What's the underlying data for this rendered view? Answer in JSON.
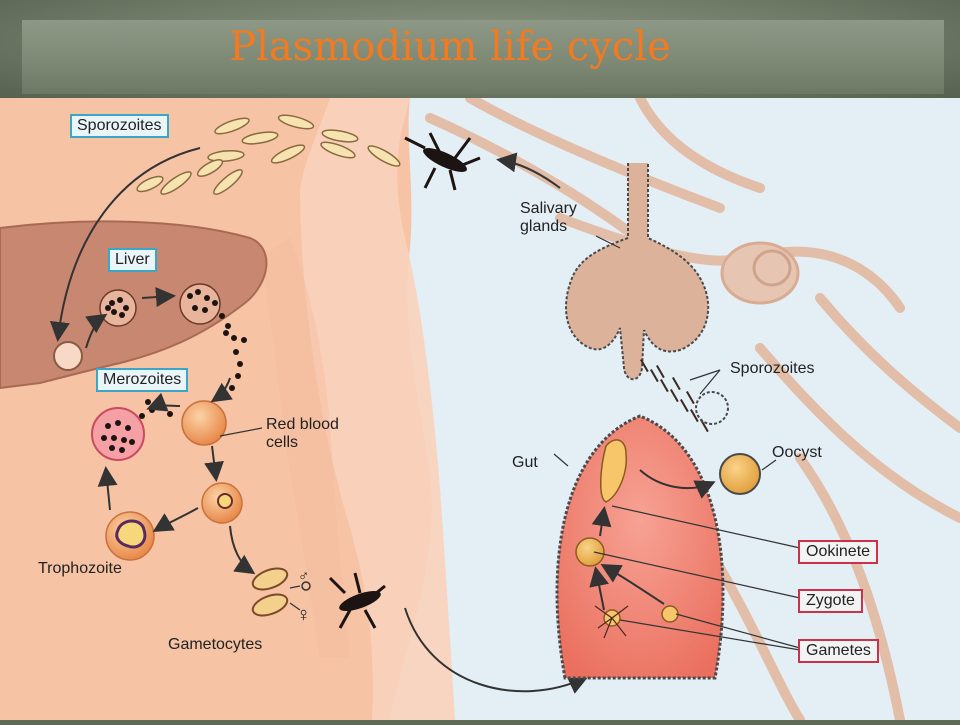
{
  "title": "Plasmodium life cycle",
  "labels": {
    "sporozoites_top": "Sporozoites",
    "liver": "Liver",
    "merozoites": "Merozoites",
    "red_blood_cells": "Red blood\ncells",
    "trophozoite": "Trophozoite",
    "gametocytes": "Gametocytes",
    "salivary_glands": "Salivary\nglands",
    "sporozoites_right": "Sporozoites",
    "gut": "Gut",
    "oocyst": "Oocyst",
    "ookinete": "Ookinete",
    "zygote": "Zygote",
    "gametes": "Gametes",
    "male_symbol": "♂",
    "female_symbol": "♀"
  },
  "colors": {
    "title": "#f47a20",
    "header_bg": "#6f7b67",
    "skin": "#f6c3a5",
    "mosquito_bg": "#e4eef5",
    "liver": "#c78770",
    "gut": "#f08a7a",
    "rbc": "#f3a16a",
    "blue_box": "#3aa7c7",
    "red_box": "#c8324a"
  }
}
